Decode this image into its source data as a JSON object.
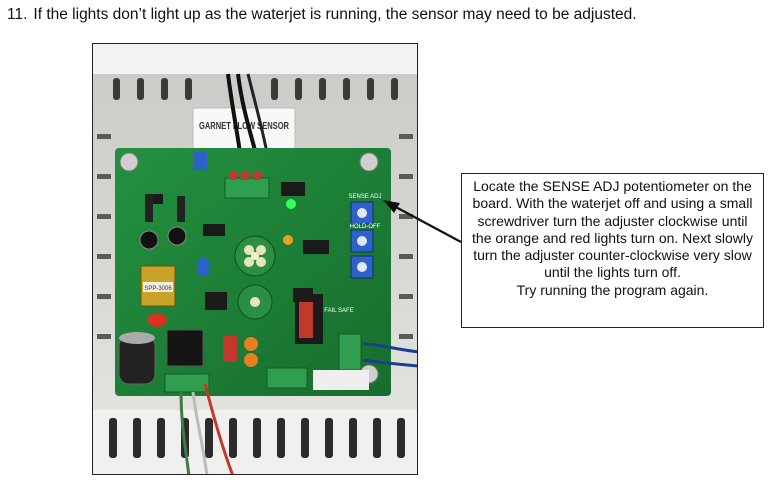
{
  "step": {
    "number": "11.",
    "text": "If the lights don’t light up as the waterjet is running, the sensor may need to be adjusted."
  },
  "photo": {
    "enclosure_label": "GARNET FLOW SENSOR",
    "board_labels": {
      "sense_adj": "SENSE ADJ",
      "hold_off": "HOLD-OFF",
      "fail_safe": "FAIL SAFE",
      "transformer": "SPP-3006"
    }
  },
  "callout": {
    "body": "Locate the SENSE ADJ potentiometer on the board. With the waterjet off and using a small screwdriver turn the adjuster clockwise until the orange and red lights turn on. Next slowly turn the adjuster counter-clockwise very slow until the lights turn off.",
    "footer": "Try running the program again."
  },
  "colors": {
    "pcb_green": "#1f8a3a",
    "pot_blue": "#2f62c9",
    "text": "#111111"
  }
}
